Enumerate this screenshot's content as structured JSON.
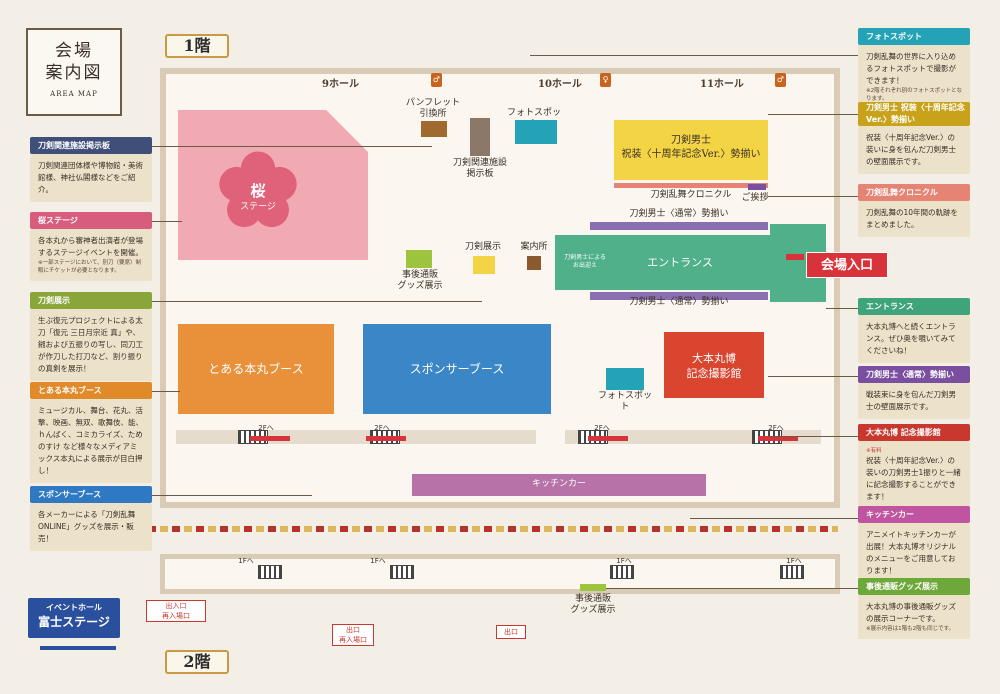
{
  "title": {
    "main_line1": "会場",
    "main_line2": "案内図",
    "sub": "AREA MAP"
  },
  "floors": {
    "f1": "1階",
    "f2": "2階"
  },
  "halls": [
    "9ホール",
    "10ホール",
    "11ホール"
  ],
  "map": {
    "sakura_stage": {
      "line1": "桜",
      "line2": "ステージ"
    },
    "pamphlet": {
      "line1": "パンフレット",
      "line2": "引換所"
    },
    "photospot_top": "フォトスポット",
    "related_board": {
      "line1": "刀剣関連施設",
      "line2": "掲示板"
    },
    "touken_display": "刀剣展示",
    "info": "案内所",
    "post_sales": {
      "line1": "事後通販",
      "line2": "グッズ展示"
    },
    "decennial": {
      "line1": "刀剣男士",
      "line2": "祝装〈十周年記念Ver.〉勢揃い"
    },
    "chronicle": "刀剣乱舞クロニクル",
    "greeting": "ご挨拶",
    "regular_top": "刀剣男士〈通常〉勢揃い",
    "regular_bottom": "刀剣男士〈通常〉勢揃い",
    "entrance": "エントランス",
    "entrance_small": {
      "line1": "刀剣男士による",
      "line2": "お出迎え"
    },
    "venue_entrance": "会場入口",
    "honmaru_booth": "とある本丸ブース",
    "sponsor_booth": "スポンサーブース",
    "commemorative": {
      "line1": "大本丸博",
      "line2": "記念撮影館"
    },
    "photospot_bottom": "フォトスポット",
    "kitchen": "キッチンカー",
    "to_2f": [
      "2Fへ",
      "2Fへ",
      "2Fへ",
      "2Fへ"
    ],
    "to_1f": [
      "1Fへ",
      "1Fへ",
      "1Fへ",
      "1Fへ"
    ],
    "exit_entry_left": {
      "line1": "出入口",
      "line2": "再入場口"
    },
    "exit_entry_mid": {
      "line1": "出口",
      "line2": "再入場口"
    },
    "exit": "出口",
    "post_sales_2f": {
      "line1": "事後通販",
      "line2": "グッズ展示"
    },
    "event_hall": {
      "line1": "イベントホール",
      "line2": "富士ステージ"
    }
  },
  "left_panels": [
    {
      "head": "刀剣関連施設掲示板",
      "color": "#3f4f7a",
      "body": "刀剣関連団体様や博物館・美術館様、神社仏閣様などをご紹介。",
      "note": ""
    },
    {
      "head": "桜ステージ",
      "color": "#d85c7c",
      "body": "各本丸から審神者出演者が登場するステージイベントを開催。",
      "note": "※一部ステージにおいて、別刀（要席）制販にチケットが必要となります。"
    },
    {
      "head": "刀剣展示",
      "color": "#8aa63a",
      "body": "生ぶ復元プロジェクトによる太刀「復元 三日月宗近 真」や、鎺および五振りの写し、同刀工が作刀した打刀など、割り振りの真剣を展示！",
      "note": ""
    },
    {
      "head": "とある本丸ブース",
      "color": "#e08a2a",
      "body": "ミュージカル、舞台、花丸、活撃、映画、無双、歌舞伎、能、ｈんばく、コミカライズ、ためのすけ など様々なメディアミックス本丸による展示が目白押し！",
      "note": ""
    },
    {
      "head": "スポンサーブース",
      "color": "#2f78c2",
      "body": "各メーカーによる「刀剣乱舞ONLINE」グッズを展示・販売！",
      "note": ""
    }
  ],
  "right_panels": [
    {
      "head": "フォトスポット",
      "color": "#23a3b5",
      "body": "刀剣乱舞の世界に入り込めるフォトスポットで撮影ができます！",
      "note": "※2階それぞれ別のフォトスポットとなります。"
    },
    {
      "head": "刀剣男士 祝装〈十周年記念Ver.〉勢揃い",
      "color": "#c9a21c",
      "body": "祝装〈十周年記念Ver.〉の装いに身を包んだ刀剣男士の壁面展示です。",
      "note": ""
    },
    {
      "head": "刀剣乱舞クロニクル",
      "color": "#e58474",
      "body": "刀剣乱舞の10年間の軌跡をまとめました。",
      "note": ""
    },
    {
      "head": "エントランス",
      "color": "#3fa47a",
      "body": "大本丸博へと続くエントランス。ぜひ奥を覗いてみてくださいね！",
      "note": ""
    },
    {
      "head": "刀剣男士〈通常〉勢揃い",
      "color": "#7a4fa0",
      "body": "戦装束に身を包んだ刀剣男士の壁面展示です。",
      "note": ""
    },
    {
      "head": "大本丸博 記念撮影館",
      "color": "#c8382f",
      "body": "祝装〈十周年記念Ver.〉の装いの刀剣男士1振りと一緒に記念撮影することができます！",
      "note": "※有料"
    },
    {
      "head": "キッチンカー",
      "color": "#c054a0",
      "body": "アニメイトキッチンカーが出展！大本丸博オリジナルのメニューをご用意しております！",
      "note": ""
    },
    {
      "head": "事後通販グッズ展示",
      "color": "#6fa83a",
      "body": "大本丸博の事後通販グッズの展示コーナーです。",
      "note": "※展示内容は1階も2階も同じです。"
    }
  ],
  "colors": {
    "sakura": "#f1a9b4",
    "honmaru": "#e8903a",
    "sponsor": "#3b86c6",
    "entrance": "#4fb08a",
    "decennial": "#f2d445",
    "commemorative": "#d9452f",
    "kitchen": "#b773a8",
    "regular": "#8a6fb0",
    "teal": "#23a3b5"
  }
}
